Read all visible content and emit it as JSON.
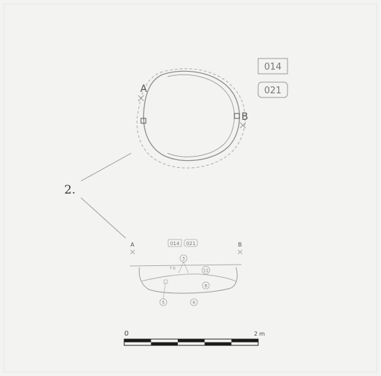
{
  "plan": {
    "label_a": "A",
    "label_b": "B",
    "context_numbers": [
      "014",
      "021"
    ]
  },
  "figure": {
    "number": "2."
  },
  "section": {
    "label_a": "A",
    "label_b": "B",
    "context_numbers": [
      "014",
      "021"
    ],
    "layer_numbers": [
      "3",
      "11",
      "8",
      "5",
      "6"
    ],
    "small_text": "7 U"
  },
  "scale_bar": {
    "start_label": "0",
    "end_label": "2 m"
  },
  "colors": {
    "background": "#f3f3f1",
    "line": "#8a8a8a",
    "ink": "#1a1a1a"
  }
}
